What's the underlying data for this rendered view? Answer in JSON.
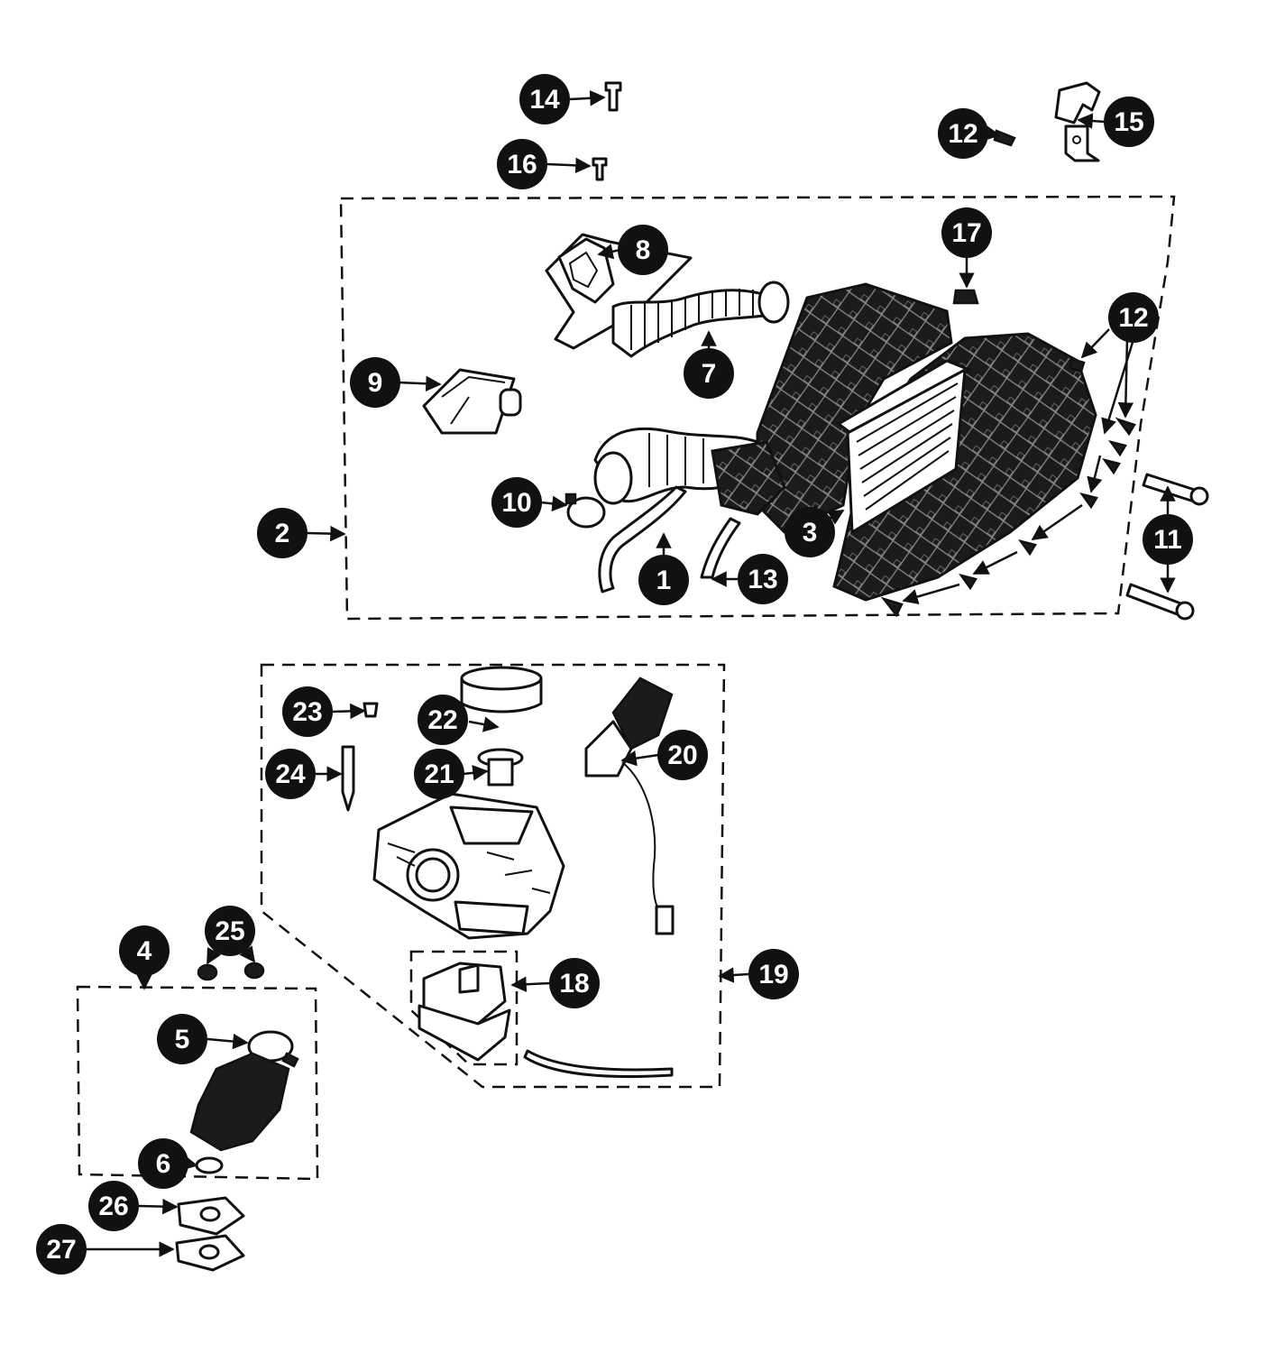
{
  "diagram": {
    "callouts": [
      {
        "id": "c1",
        "label": "1"
      },
      {
        "id": "c2",
        "label": "2"
      },
      {
        "id": "c3",
        "label": "3"
      },
      {
        "id": "c4",
        "label": "4"
      },
      {
        "id": "c5",
        "label": "5"
      },
      {
        "id": "c6",
        "label": "6"
      },
      {
        "id": "c7",
        "label": "7"
      },
      {
        "id": "c8",
        "label": "8"
      },
      {
        "id": "c9",
        "label": "9"
      },
      {
        "id": "c10",
        "label": "10"
      },
      {
        "id": "c11",
        "label": "11"
      },
      {
        "id": "c12a",
        "label": "12"
      },
      {
        "id": "c12b",
        "label": "12"
      },
      {
        "id": "c13",
        "label": "13"
      },
      {
        "id": "c14",
        "label": "14"
      },
      {
        "id": "c15",
        "label": "15"
      },
      {
        "id": "c16",
        "label": "16"
      },
      {
        "id": "c17",
        "label": "17"
      },
      {
        "id": "c18",
        "label": "18"
      },
      {
        "id": "c19",
        "label": "19"
      },
      {
        "id": "c20",
        "label": "20"
      },
      {
        "id": "c21",
        "label": "21"
      },
      {
        "id": "c22",
        "label": "22"
      },
      {
        "id": "c23",
        "label": "23"
      },
      {
        "id": "c24",
        "label": "24"
      },
      {
        "id": "c25",
        "label": "25"
      },
      {
        "id": "c26",
        "label": "26"
      },
      {
        "id": "c27",
        "label": "27"
      }
    ],
    "colors": {
      "ink": "#111111",
      "paper": "#ffffff"
    }
  }
}
